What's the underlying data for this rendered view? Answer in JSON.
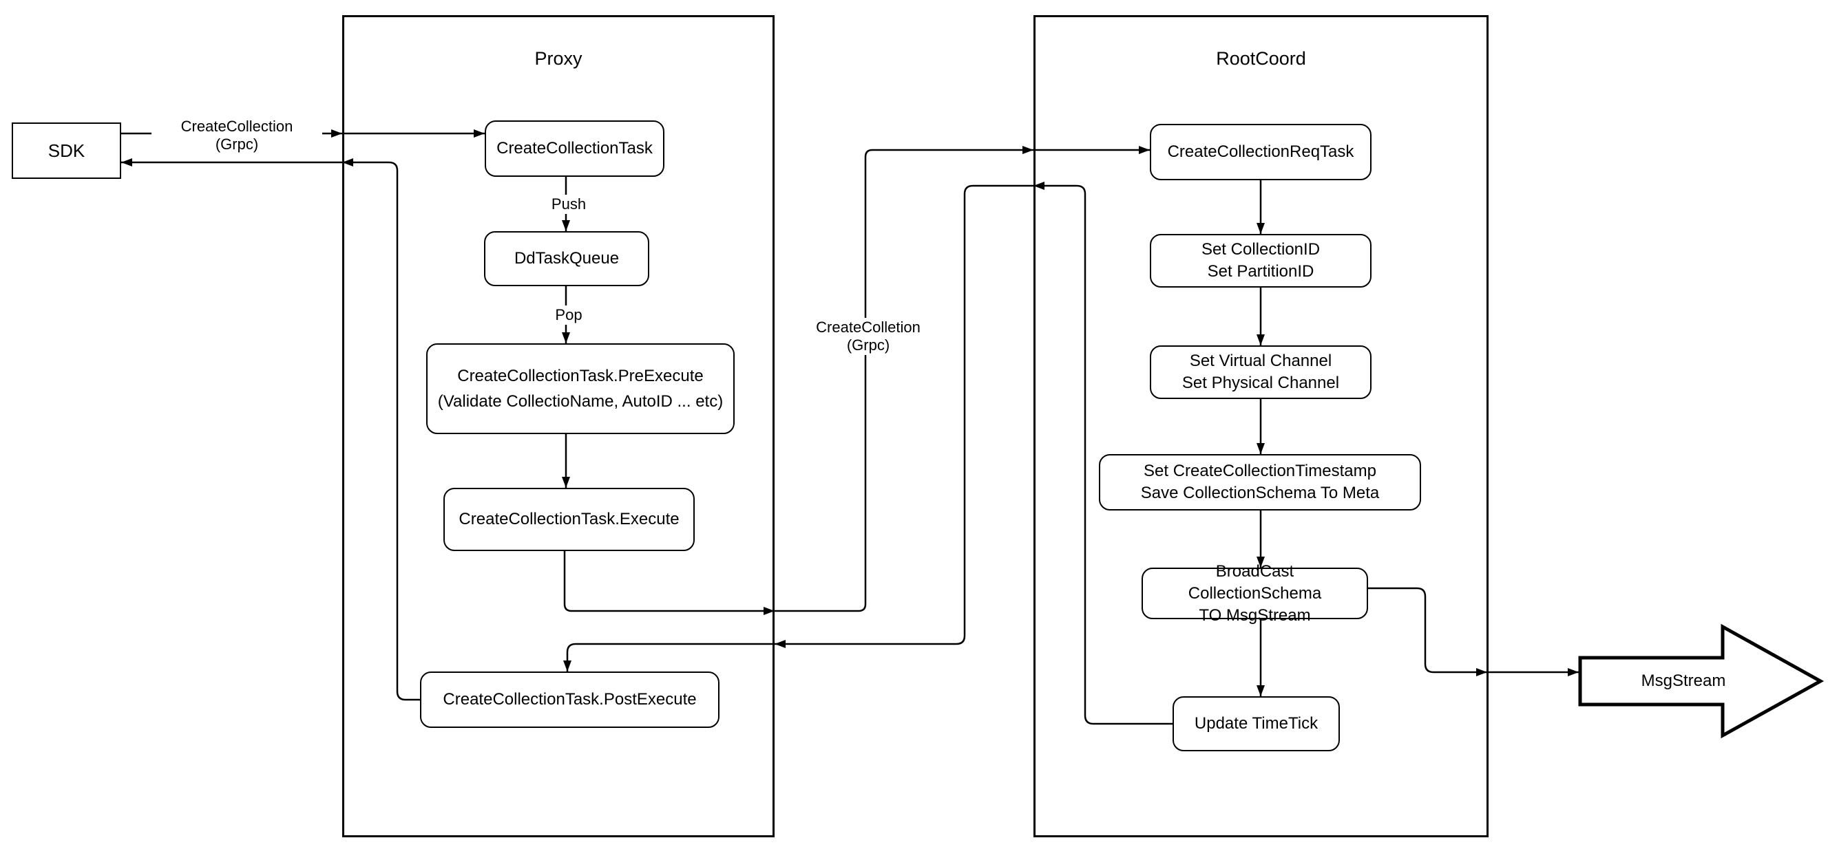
{
  "sdk": {
    "label": "SDK"
  },
  "proxy": {
    "title": "Proxy",
    "task": "CreateCollectionTask",
    "queue": "DdTaskQueue",
    "pre_execute": [
      "CreateCollectionTask.PreExecute",
      "(Validate CollectioName, AutoID ... etc)"
    ],
    "execute": "CreateCollectionTask.Execute",
    "post_execute": "CreateCollectionTask.PostExecute"
  },
  "rootcoord": {
    "title": "RootCoord",
    "req_task": "CreateCollectionReqTask",
    "set_ids": [
      "Set CollectionID",
      "Set PartitionID"
    ],
    "set_channels": [
      "Set Virtual Channel",
      "Set Physical Channel"
    ],
    "set_timestamp": [
      "Set CreateCollectionTimestamp",
      "Save CollectionSchema To Meta"
    ],
    "broadcast": [
      "BroadCast CollectionSchema",
      "TO MsgStream"
    ],
    "update_timetick": "Update TimeTick"
  },
  "msgstream": {
    "label": "MsgStream"
  },
  "edge_labels": {
    "sdk_request": [
      "CreateCollection",
      "(Grpc)"
    ],
    "push": "Push",
    "pop": "Pop",
    "proxy_to_root": [
      "CreateColletion",
      "(Grpc)"
    ]
  },
  "colors": {
    "ink": "#000000",
    "background": "#ffffff",
    "node_fill": "#ffffff"
  }
}
